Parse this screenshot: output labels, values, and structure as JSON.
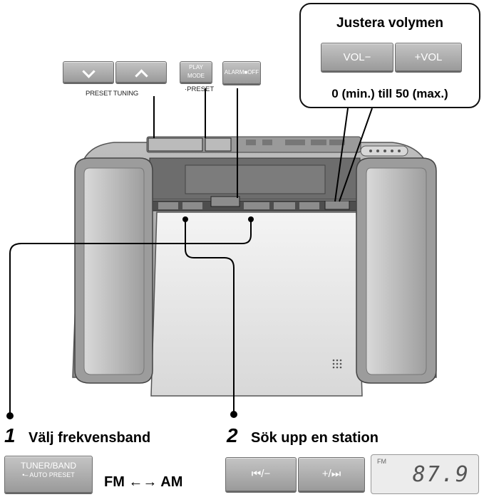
{
  "volume_callout": {
    "title": "Justera volymen",
    "vol_down_label": "VOL−",
    "vol_up_label": "+VOL",
    "range_text": "0 (min.) till 50 (max.)"
  },
  "top_buttons": {
    "preset_down_icon": "chevron-down-icon",
    "preset_up_icon": "chevron-up-icon",
    "preset_tuning_label": "PRESET TUNING",
    "play_mode_label": "PLAY MODE",
    "preset_label": "PRESET",
    "alarm_off_label": "ALARM■OFF"
  },
  "steps": [
    {
      "number": "1",
      "text": "Välj frekvensband"
    },
    {
      "number": "2",
      "text": "Sök upp en station"
    }
  ],
  "bottom_buttons": {
    "tuner_band_label": "TUNER/BAND",
    "auto_preset_label": "•– AUTO PRESET",
    "band_toggle_text": "FM ←→ AM",
    "prev_label": "⏮/−",
    "next_label": "+/⏭"
  },
  "display": {
    "band": "FM",
    "frequency": "87.9"
  },
  "colors": {
    "button_grey": "#9a9a9a",
    "device_grey": "#b8b8b8",
    "panel_dark": "#5a5a5a",
    "line": "#000000"
  }
}
